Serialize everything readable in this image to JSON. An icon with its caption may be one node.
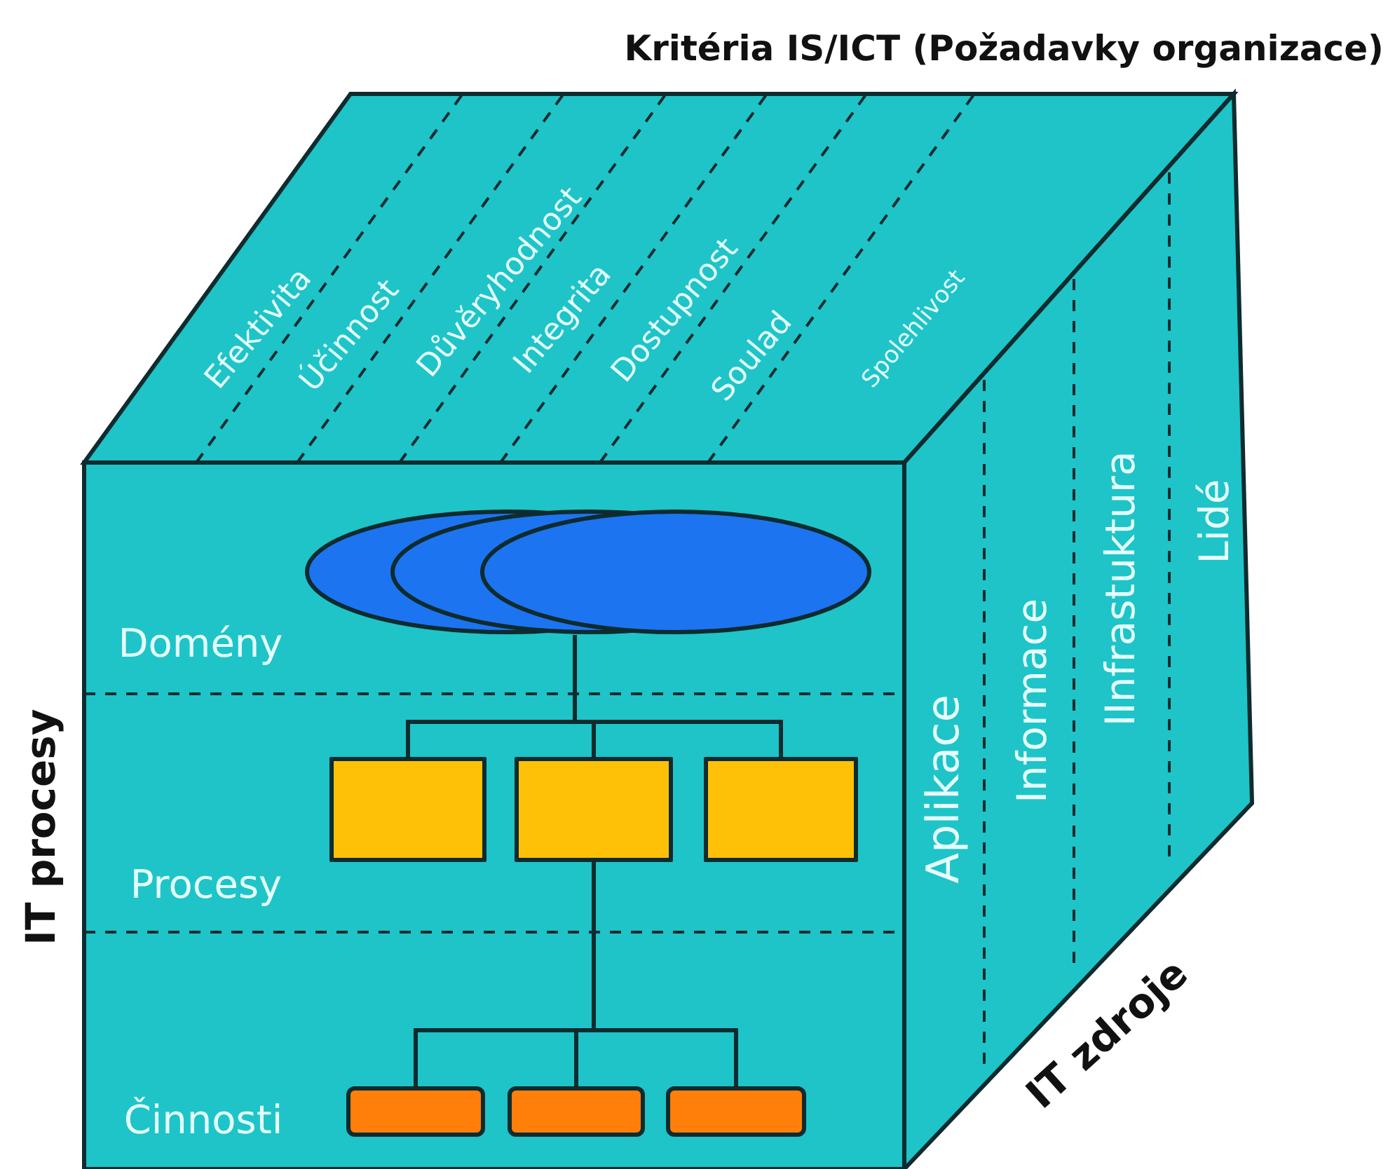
{
  "diagram": {
    "title": "Kritéria IS/ICT (Požadavky organizace)",
    "nodes": [
      {
        "text": [],
        "shape": "ellipse"
      },
      {
        "text": [],
        "shape": "ellipse"
      },
      {
        "text": [],
        "shape": "ellipse"
      },
      {
        "text": [],
        "shape": "box"
      },
      {
        "text": [],
        "shape": "box"
      },
      {
        "text": [],
        "shape": "box"
      },
      {
        "text": [],
        "shape": "box"
      },
      {
        "text": [],
        "shape": "box"
      },
      {
        "text": [],
        "shape": "box"
      }
    ],
    "edges": [
      {
        "from": 2,
        "to": 3,
        "arrow": "none"
      },
      {
        "from": 2,
        "to": 4,
        "arrow": "none"
      },
      {
        "from": 2,
        "to": 5,
        "arrow": "none"
      },
      {
        "from": 4,
        "to": 6,
        "arrow": "none"
      },
      {
        "from": 4,
        "to": 7,
        "arrow": "none"
      },
      {
        "from": 4,
        "to": 8,
        "arrow": "none"
      }
    ],
    "labels": [
      "Efektivita",
      "Účinnost",
      "Důvěryhodnost",
      "Integrita",
      "Dostupnost",
      "Soulad",
      "Spolehlivost",
      "Domény",
      "Procesy",
      "Činnosti",
      "Aplikace",
      "Informace",
      "IInfrastuktura",
      "Lidé",
      "IT procesy",
      "IT zdroje"
    ]
  }
}
